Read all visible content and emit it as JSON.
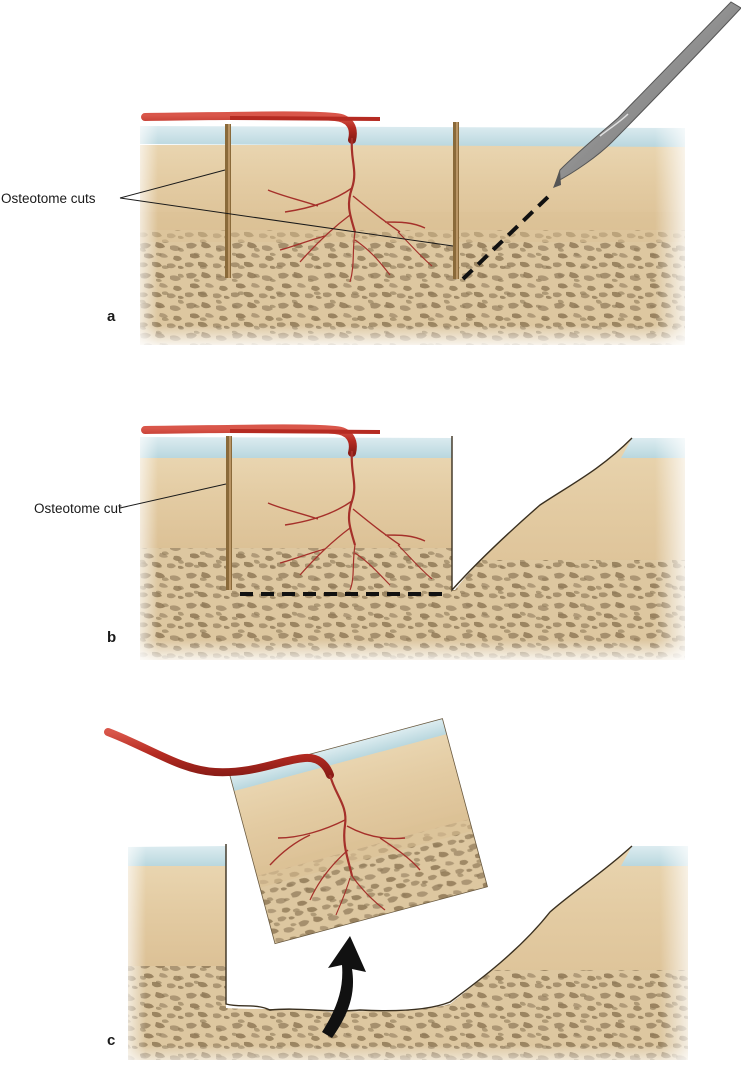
{
  "panels": [
    {
      "letter": "a",
      "callout": "Osteotome cuts"
    },
    {
      "letter": "b",
      "callout": "Osteotome cut"
    },
    {
      "letter": "c",
      "callout": ""
    }
  ],
  "colors": {
    "periosteum": "#c9e0e6",
    "cortex": "#e6cfa6",
    "cancellous": "#d8c09a",
    "trabecula": "#a08a6a",
    "vessel": "#b02a22",
    "vessel_branch": "#a5302a",
    "saw_cut": "#8a6a3a",
    "osteotome": "#9a9a9a",
    "arrow": "#111111"
  },
  "icons": [
    "osteotome-icon",
    "blood-vessel-icon",
    "lift-arrow-icon"
  ]
}
